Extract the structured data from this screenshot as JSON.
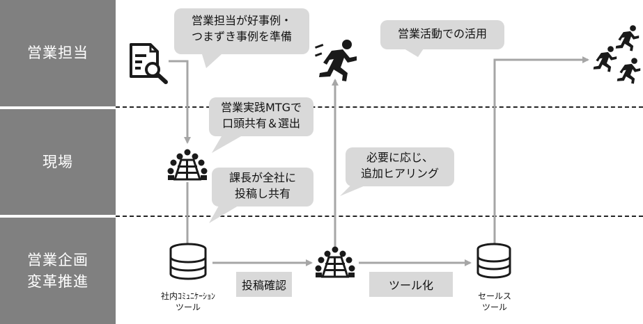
{
  "lanes": [
    {
      "lines": [
        "営業担当"
      ]
    },
    {
      "lines": [
        "現場"
      ]
    },
    {
      "lines": [
        "営業企画",
        "変革推進"
      ]
    }
  ],
  "bubbles": {
    "prepare": [
      "営業担当が好事例・",
      "つまずき事例を準備"
    ],
    "meeting": [
      "営業実践MTGで",
      "口頭共有＆選出"
    ],
    "post": [
      "課長が全社に",
      "投稿し共有"
    ],
    "hearing": [
      "必要に応じ、",
      "追加ヒアリング"
    ],
    "use": [
      "営業活動での活用"
    ]
  },
  "tags": {
    "confirm": "投稿確認",
    "tooling": "ツール化"
  },
  "captions": {
    "comm_tool": [
      "社内ｺﾐｭﾆｹｰｼｮﾝ",
      "ツール"
    ],
    "sales_tool": [
      "セールス",
      "ツール"
    ]
  },
  "icons": {
    "document": "document-search-icon",
    "runner": "running-person-icon",
    "runners": "running-people-group-icon",
    "meeting": "meeting-table-icon",
    "database": "database-icon"
  },
  "colors": {
    "lane_bg": "#808080",
    "bubble_bg": "#d9d9d9",
    "arrow": "#a6a6a6",
    "icon": "#1a1a1a"
  }
}
